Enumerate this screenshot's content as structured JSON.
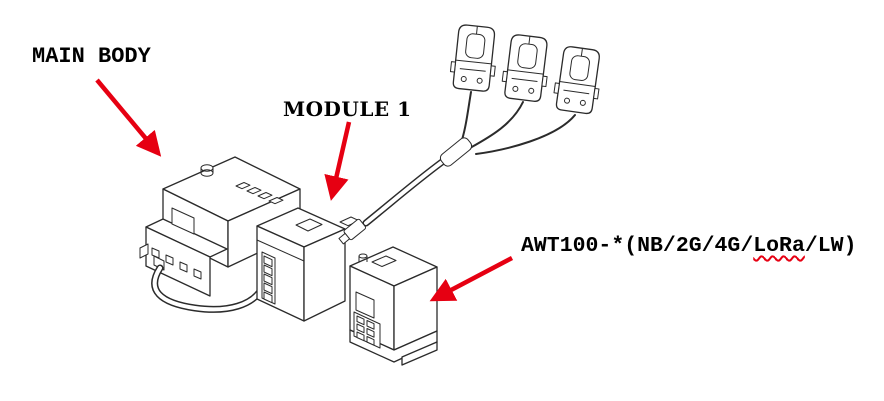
{
  "labels": {
    "main_body": "MAIN BODY",
    "module1": "MODULE 1",
    "awt100_prefix": "AWT100-*(NB/2G/4G/",
    "awt100_lora": "LoRa",
    "awt100_suffix": "/LW)"
  },
  "colors": {
    "arrow_red": "#e60012",
    "line_black": "#2b2b2b",
    "background": "#ffffff"
  }
}
